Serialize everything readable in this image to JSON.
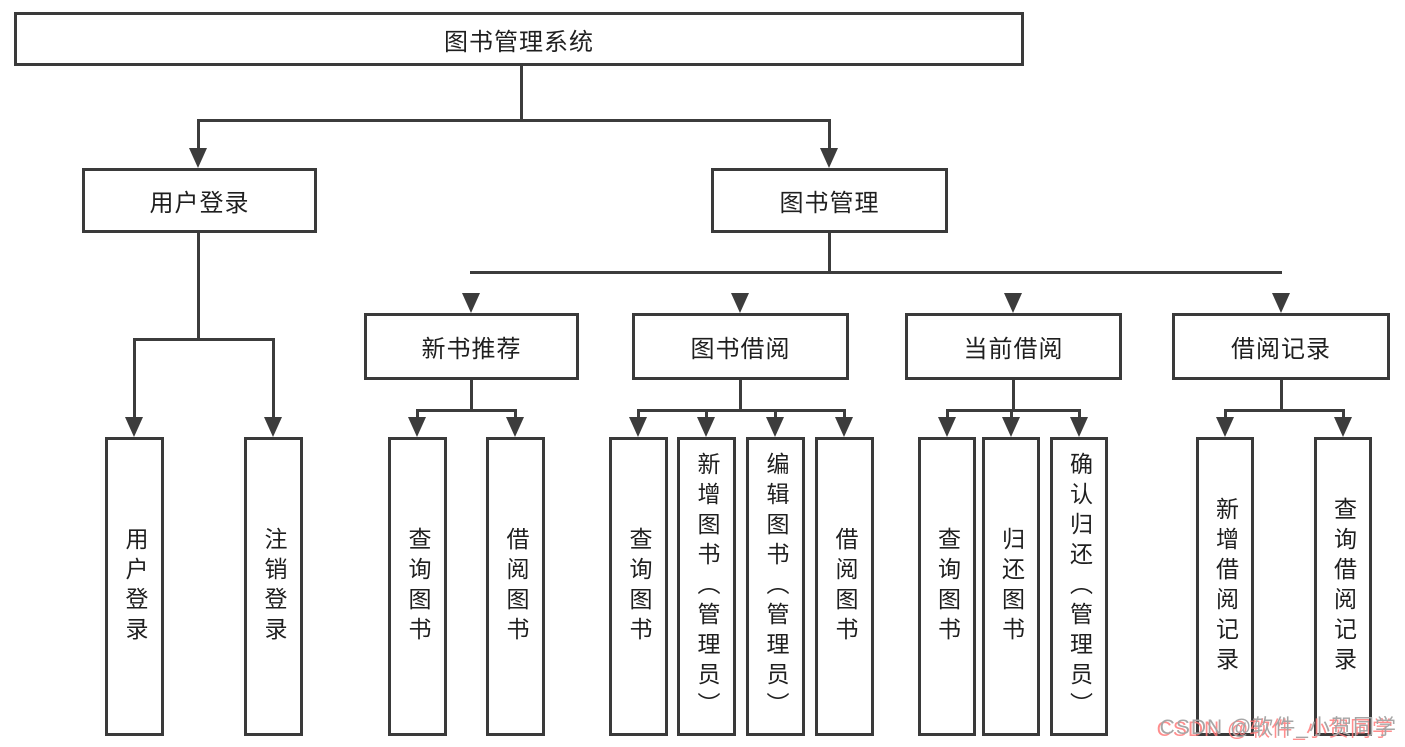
{
  "tree": {
    "label": "图书管理系统",
    "children": [
      {
        "label": "用户登录",
        "children": [
          {
            "label": "用户登录"
          },
          {
            "label": "注销登录"
          }
        ]
      },
      {
        "label": "图书管理",
        "children": [
          {
            "label": "新书推荐",
            "children": [
              {
                "label": "查询图书"
              },
              {
                "label": "借阅图书"
              }
            ]
          },
          {
            "label": "图书借阅",
            "children": [
              {
                "label": "查询图书"
              },
              {
                "label": "新增图书（管理员）"
              },
              {
                "label": "编辑图书（管理员）"
              },
              {
                "label": "借阅图书"
              }
            ]
          },
          {
            "label": "当前借阅",
            "children": [
              {
                "label": "查询图书"
              },
              {
                "label": "归还图书"
              },
              {
                "label": "确认归还（管理员）"
              }
            ]
          },
          {
            "label": "借阅记录",
            "children": [
              {
                "label": "新增借阅记录"
              },
              {
                "label": "查询借阅记录"
              }
            ]
          }
        ]
      }
    ]
  },
  "watermark": {
    "text": "CSDN @软件_小贺同学"
  },
  "colors": {
    "background": "#ffffff",
    "line": "#3c3c3c",
    "box_border": "#3a3a3a",
    "text": "#1f1f1f",
    "watermark_text": "#a6a6a6",
    "watermark_shadow": "#ff7a7a"
  }
}
